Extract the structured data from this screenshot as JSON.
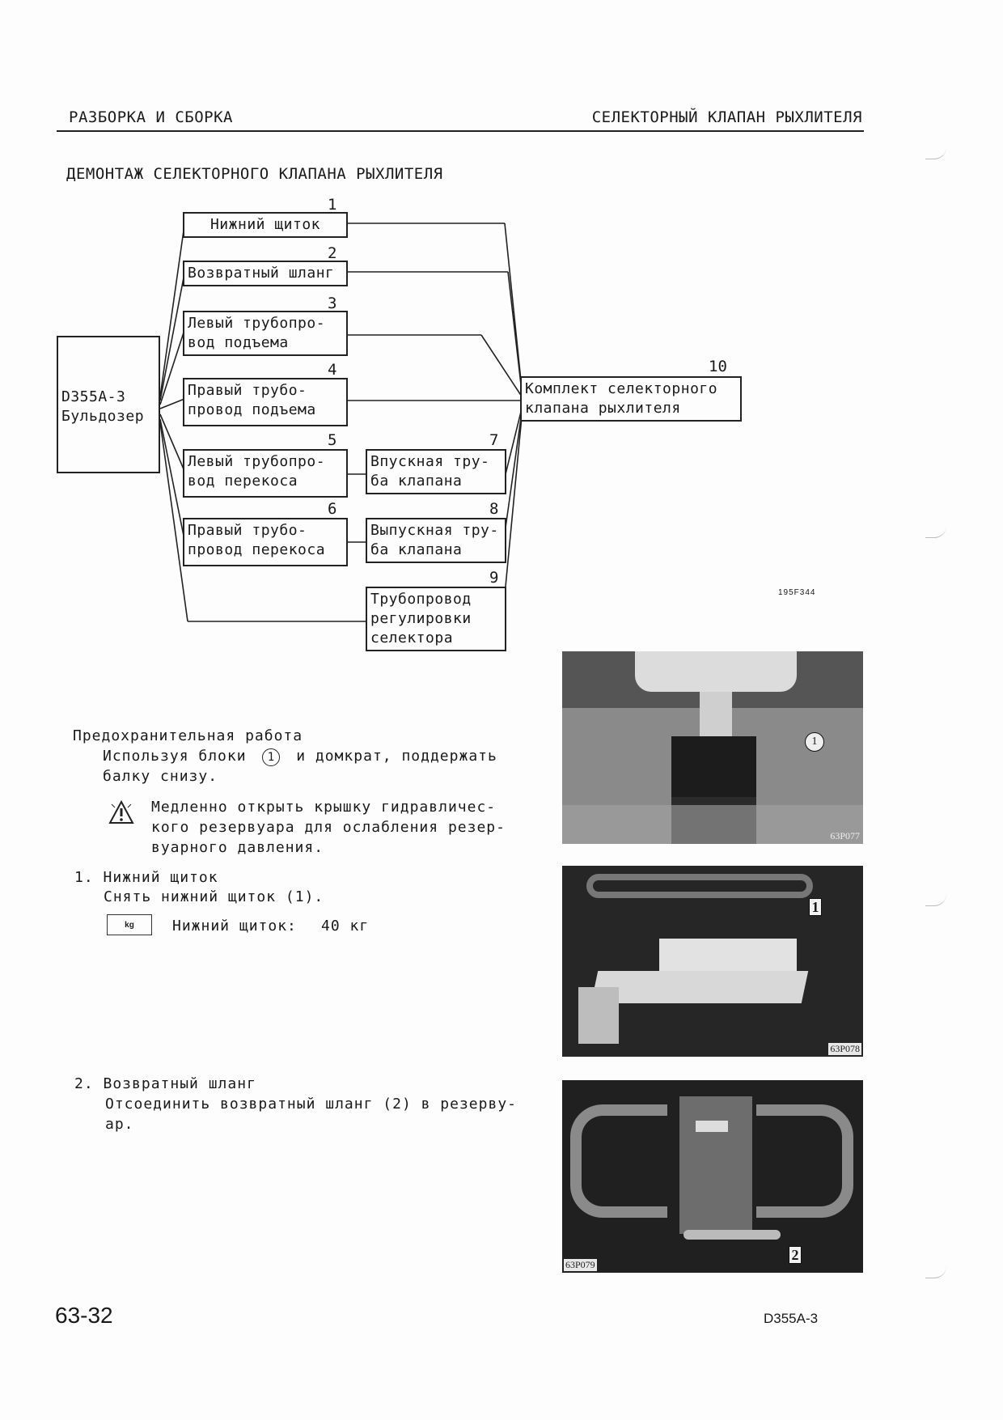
{
  "header": {
    "left": "РАЗБОРКА И СБОРКА",
    "right": "СЕЛЕКТОРНЫЙ КЛАПАН РЫХЛИТЕЛЯ"
  },
  "section_title": "ДЕМОНТАЖ СЕЛЕКТОРНОГО КЛАПАНА РЫХЛИТЕЛЯ",
  "diagram": {
    "root": "D355A-3\nБульдозер",
    "nodes": [
      {
        "num": "1",
        "label": "Нижний щиток"
      },
      {
        "num": "2",
        "label": "Возвратный шланг"
      },
      {
        "num": "3",
        "label": "Левый трубопро-\nвод подъема"
      },
      {
        "num": "4",
        "label": "Правый трубо-\nпровод подъема"
      },
      {
        "num": "5",
        "label": "Левый трубопро-\nвод перекоса"
      },
      {
        "num": "6",
        "label": "Правый трубо-\nпровод перекоса"
      },
      {
        "num": "7",
        "label": "Впускная тру-\nба клапана"
      },
      {
        "num": "8",
        "label": "Выпускная тру-\nба клапана"
      },
      {
        "num": "9",
        "label": "Трубопровод\nрегулировки\nселектора"
      },
      {
        "num": "10",
        "label": "Комплект селекторного\nклапана рыхлителя"
      }
    ],
    "code": "195F344"
  },
  "safety": {
    "title": "Предохранительная работа",
    "text_before": "Используя блоки",
    "circle": "1",
    "text_after": "и домкрат, поддержать\nбалку снизу.",
    "warning": "Медленно открыть крышку гидравличес-\nкого резервуара для ослабления резер-\nвуарного давления."
  },
  "steps": [
    {
      "heading": "1. Нижний щиток",
      "text": "Снять нижний щиток (1).",
      "weight_icon": "kg",
      "weight_label": "Нижний щиток:",
      "weight_value": "40 кг"
    },
    {
      "heading": "2. Возвратный шланг",
      "text": "Отсоединить возвратный шланг (2) в резерву-\nар."
    }
  ],
  "photos": [
    {
      "code": "63P077",
      "callout": "1"
    },
    {
      "code": "63P078",
      "callout": "1"
    },
    {
      "code": "63P079",
      "callout": "2"
    }
  ],
  "footer": {
    "page": "63-32",
    "model": "D355A-3"
  }
}
